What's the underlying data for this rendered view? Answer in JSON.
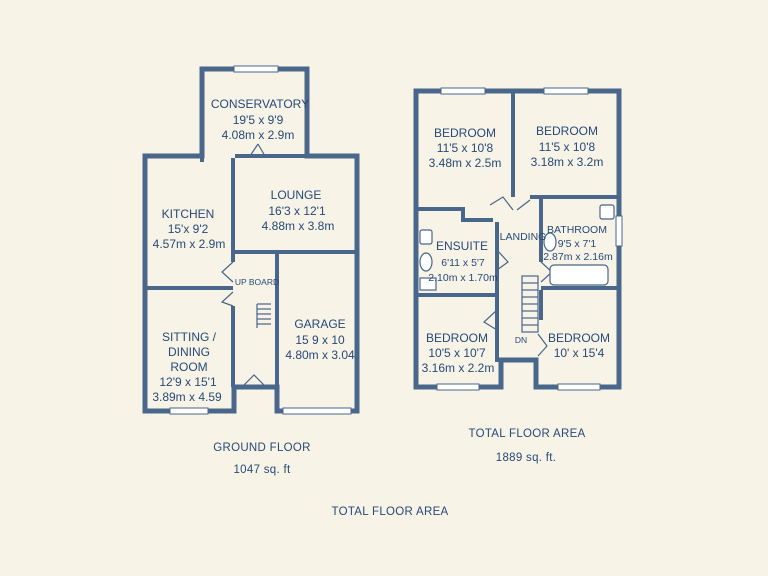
{
  "colors": {
    "background": "#f7f3e6",
    "wall": "#49668b",
    "text": "#274a78"
  },
  "ground_floor": {
    "conservatory": {
      "name": "CONSERVATORY",
      "imperial": "19'5 x 9'9",
      "metric": "4.08m x 2.9m"
    },
    "kitchen": {
      "name": "KITCHEN",
      "imperial": "15'x 9'2",
      "metric": "4.57m x 2.9m"
    },
    "lounge": {
      "name": "LOUNGE",
      "imperial": "16'3 x 12'1",
      "metric": "4.88m x 3.8m"
    },
    "sitting": {
      "name_line1": "SITTING /",
      "name_line2": "DINING",
      "name_line3": "ROOM",
      "imperial": "12'9 x 15'1",
      "metric": "3.89m x 4.59"
    },
    "garage": {
      "name": "GARAGE",
      "imperial": "15 9 x 10",
      "metric": "4.80m x 3.04"
    },
    "stair_label": "UP BOARD",
    "title": "GROUND FLOOR",
    "area": "1047 sq. ft"
  },
  "first_floor": {
    "bedroom_1": {
      "name": "BEDROOM",
      "imperial": "11'5 x 10'8",
      "metric": "3.48m x 2.5m"
    },
    "bedroom_2": {
      "name": "BEDROOM",
      "imperial": "11'5 x 10'8",
      "metric": "3.18m x 3.2m"
    },
    "ensuite": {
      "name": "ENSUITE",
      "imperial": "6'11 x 5'7",
      "metric": "2.10m x 1.70m"
    },
    "landing": {
      "name": "LANDING"
    },
    "bathroom": {
      "name": "BATHROOM",
      "imperial": "9'5 x 7'1",
      "metric": "2.87m x 2.16m"
    },
    "bedroom_3": {
      "name": "BEDROOM",
      "imperial": "10'5 x 10'7",
      "metric": "3.16m x 2.2m"
    },
    "bedroom_4": {
      "name": "BEDROOM",
      "imperial": "10' x 15'4"
    },
    "stair_label": "DN",
    "title": "TOTAL FLOOR AREA",
    "area": "1889 sq. ft."
  },
  "footer": {
    "title": "TOTAL FLOOR AREA"
  }
}
